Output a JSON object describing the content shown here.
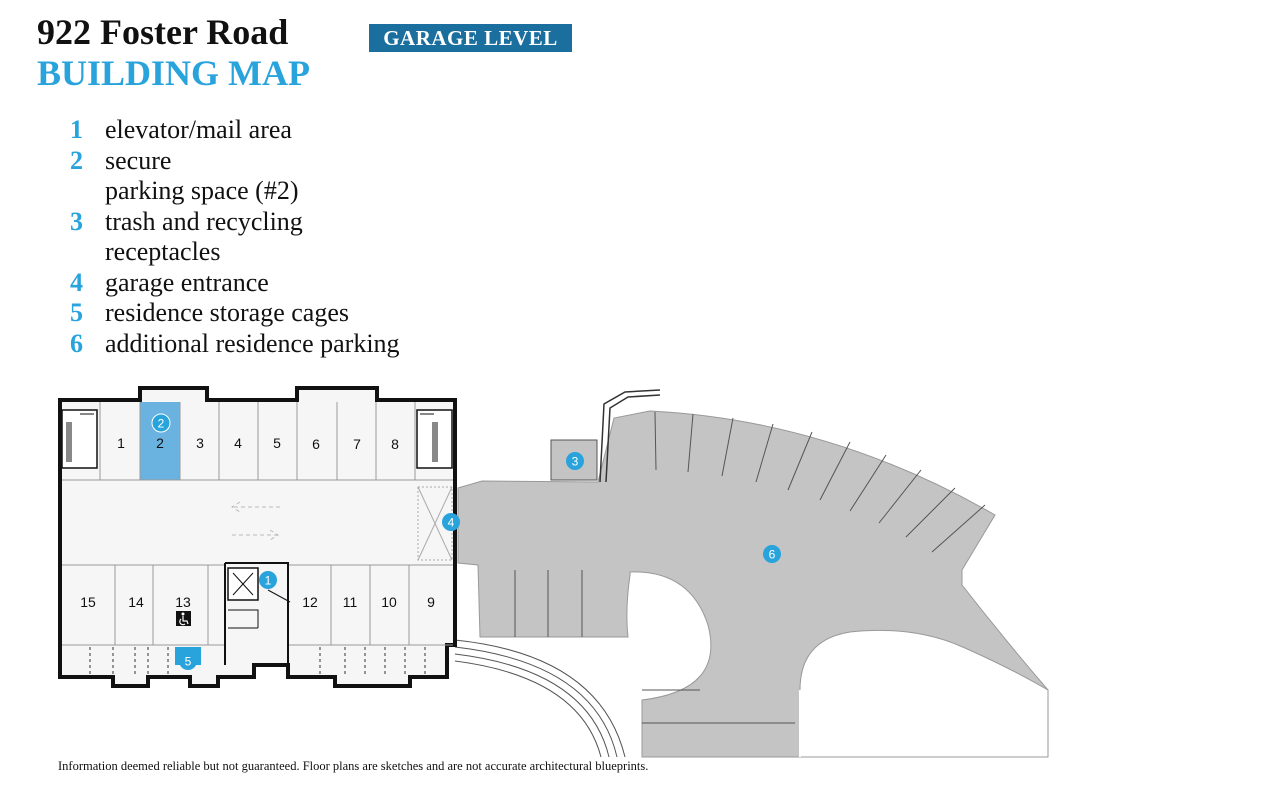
{
  "header": {
    "address": "922 Foster Road",
    "subtitle": "BUILDING MAP",
    "level": "GARAGE LEVEL"
  },
  "legend": [
    {
      "num": "1",
      "text": "elevator/mail area"
    },
    {
      "num": "2",
      "text": "secure",
      "text2": "parking space (#2)"
    },
    {
      "num": "3",
      "text": "trash and recycling",
      "text2": "receptacles"
    },
    {
      "num": "4",
      "text": "garage entrance"
    },
    {
      "num": "5",
      "text": "residence storage cages"
    },
    {
      "num": "6",
      "text": "additional residence parking"
    }
  ],
  "spaces": {
    "top": [
      "1",
      "2",
      "3",
      "4",
      "5",
      "6",
      "7",
      "8"
    ],
    "bottom_left": [
      "15",
      "14",
      "13"
    ],
    "bottom_right": [
      "12",
      "11",
      "10",
      "9"
    ]
  },
  "markers": {
    "m1": "1",
    "m2": "2",
    "m3": "3",
    "m4": "4",
    "m5": "5",
    "m6": "6"
  },
  "icons": {
    "accessible": "wheelchair-icon",
    "stairs": "stairs-icon",
    "elevator": "elevator-icon"
  },
  "colors": {
    "accent": "#29a3dc",
    "badge": "#1a6f9f",
    "secure_space": "#6ab3e0",
    "lot": "#c4c4c4",
    "garage_floor": "#f5f5f5"
  },
  "disclaimer": "Information deemed reliable but not guaranteed. Floor plans are sketches and are not accurate architectural blueprints."
}
